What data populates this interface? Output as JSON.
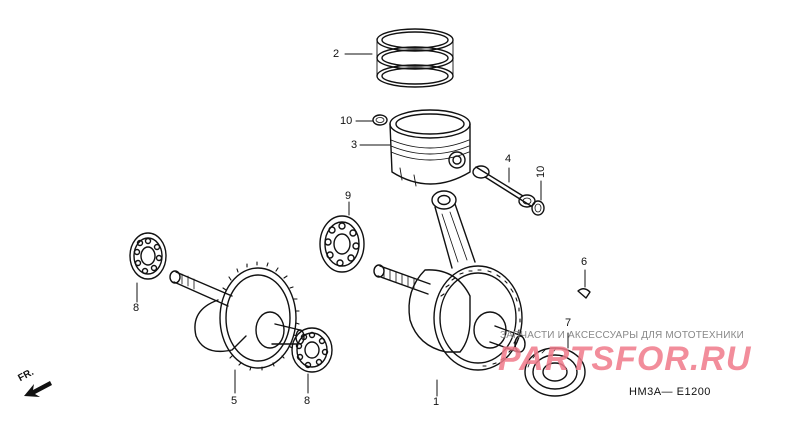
{
  "diagram": {
    "callouts": {
      "piston_rings": "2",
      "piston_clip_top": "10",
      "piston": "3",
      "piston_pin": "4",
      "piston_clip_right": "10",
      "bearing_center": "9",
      "bearing_left": "8",
      "woodruff_key": "6",
      "oil_seal": "7",
      "left_crank_half": "5",
      "bearing_lower": "8",
      "crankshaft_assembly": "1"
    },
    "direction_label": "FR.",
    "diagram_code": "HM3A— E1200",
    "watermark": {
      "tagline": "ЗАПЧАСТИ И АКСЕССУАРЫ ДЛЯ МОТОТЕХНИКИ",
      "logo_text": "PARTSFOR.RU",
      "logo_color": "#f07a8a"
    }
  }
}
